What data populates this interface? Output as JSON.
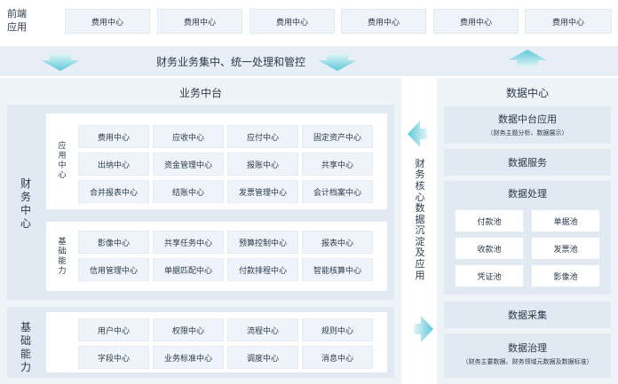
{
  "front": {
    "label": "前端\n应用",
    "boxes": [
      "费用中心",
      "费用中心",
      "费用中心",
      "费用中心",
      "费用中心",
      "费用中心"
    ]
  },
  "band": {
    "text": "财务业务集中、统一处理和管控"
  },
  "middle_platform": {
    "title": "业务中台",
    "finance_center_label": "财务中心",
    "application_center": {
      "label": "应用中心",
      "rows": [
        [
          "费用中心",
          "应收中心",
          "应付中心",
          "固定资产中心"
        ],
        [
          "出纳中心",
          "资金管理中心",
          "报账中心",
          "共享中心"
        ],
        [
          "合并报表中心",
          "结账中心",
          "发票管理中心",
          "会计档案中心"
        ]
      ]
    },
    "basic_capability": {
      "label": "基础能力",
      "rows": [
        [
          "影像中心",
          "共享任务中心",
          "预算控制中心",
          "报表中心"
        ],
        [
          "信用管理中心",
          "单据匹配中心",
          "付款排程中心",
          "智能核算中心"
        ]
      ]
    },
    "base_capability": {
      "label": "基础能力",
      "rows": [
        [
          "用户中心",
          "权限中心",
          "流程中心",
          "规则中心"
        ],
        [
          "字段中心",
          "业务标准中心",
          "调度中心",
          "消息中心"
        ]
      ]
    }
  },
  "vertical_column": {
    "text": "财务核心数据沉淀及应用"
  },
  "data_center": {
    "title": "数据中心",
    "app": {
      "title": "数据中台应用",
      "subtitle": "（财务主题分析、数据展示）"
    },
    "service": {
      "title": "数据服务"
    },
    "processing": {
      "title": "数据处理",
      "pools": [
        "付款池",
        "单据池",
        "收款池",
        "发票池",
        "凭证池",
        "影像池"
      ]
    },
    "collection": {
      "title": "数据采集"
    },
    "governance": {
      "title": "数据治理",
      "subtitle": "（财务主要数据、财务领域元数据及数据标准）"
    }
  },
  "colors": {
    "arrow_gradient_top": "#d7f1f5",
    "arrow_gradient_bottom": "#5cc8d8",
    "panel": "#e1e9f2",
    "outer": "#eef3f8",
    "cell": "#eef4fa"
  }
}
